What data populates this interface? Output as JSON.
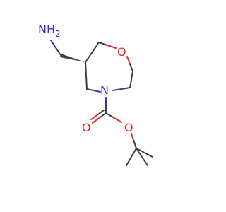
{
  "diagram": {
    "colors": {
      "carbon": "#3f3f3f",
      "nitrogen": "#3333cc",
      "oxygen": "#e8261c",
      "background": "#ffffff"
    },
    "atoms": {
      "amine_label": "NH",
      "amine_subscript": "2",
      "ring_oxygen": "O",
      "ring_nitrogen": "N",
      "carbonyl_oxygen": "O",
      "ester_oxygen": "O"
    }
  }
}
